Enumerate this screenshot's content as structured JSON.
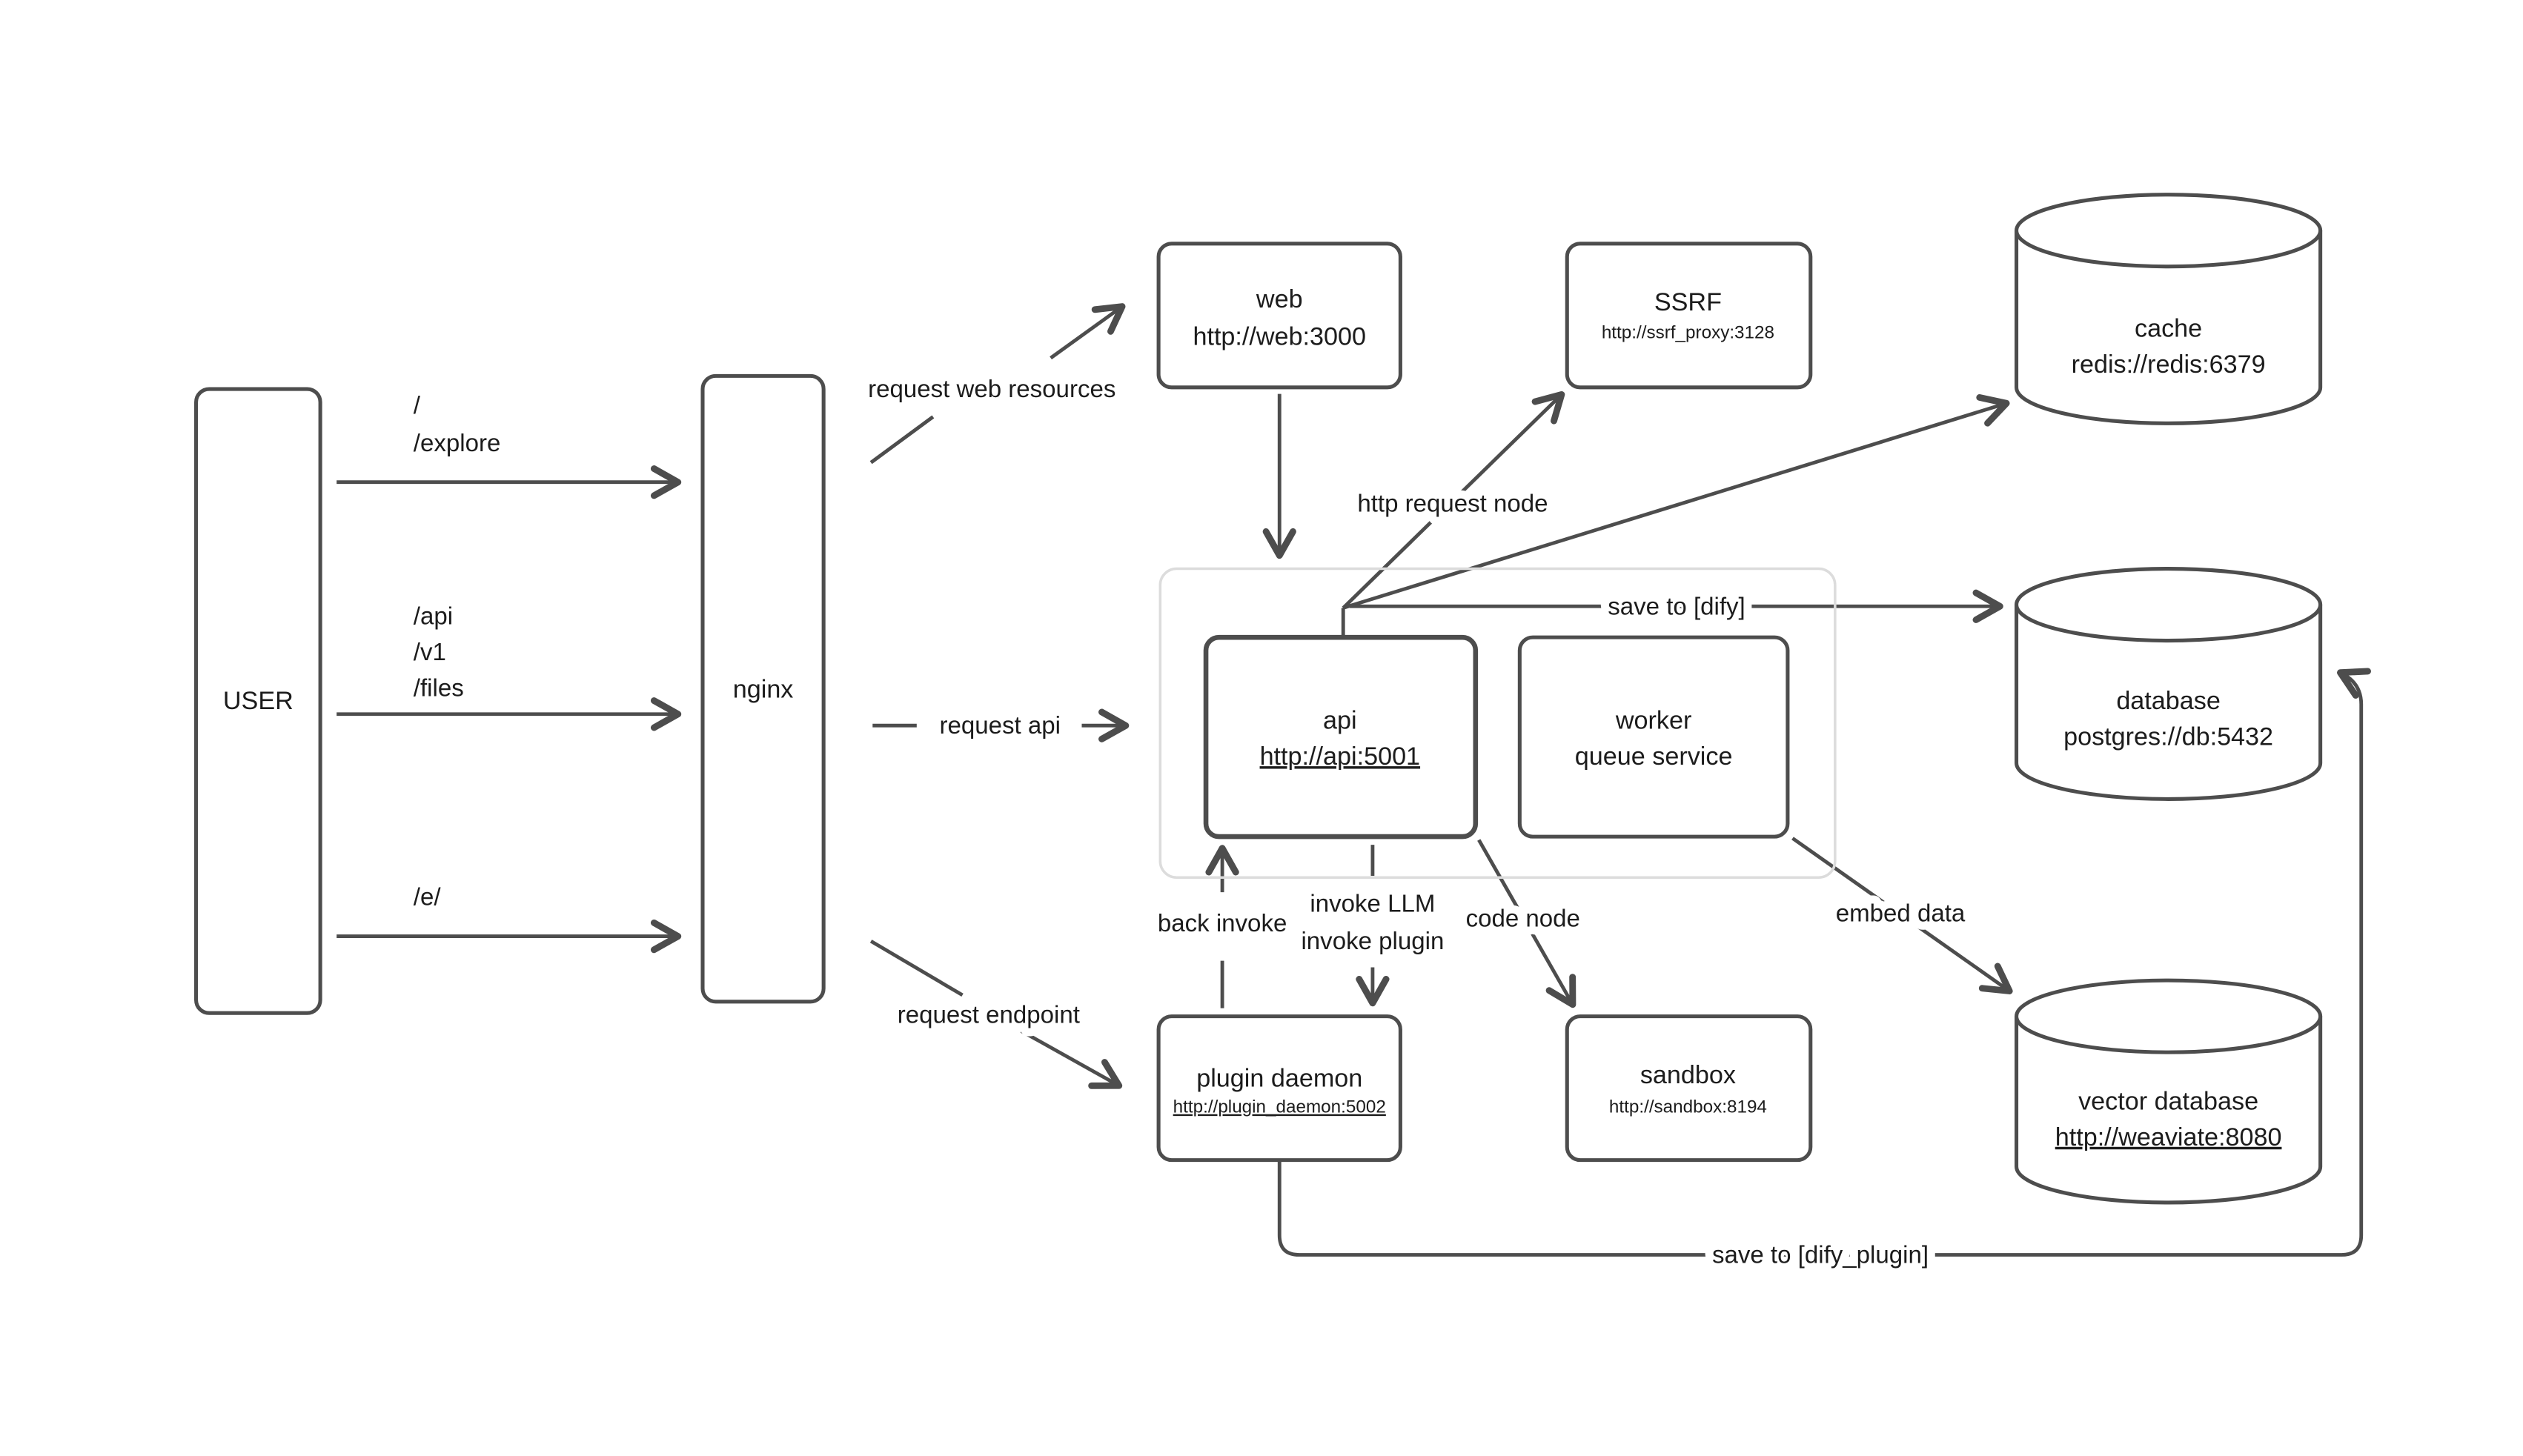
{
  "colors": {
    "line": "#4d4d4d",
    "box_border": "#4d4d4d",
    "container_border": "#dcdcdc",
    "text": "#1c1c1c",
    "background": "#ffffff"
  },
  "nodes": {
    "user": {
      "label": "USER"
    },
    "nginx": {
      "label": "nginx"
    },
    "web": {
      "label": "web",
      "url": "http://web:3000"
    },
    "ssrf": {
      "label": "SSRF",
      "url": "http://ssrf_proxy:3128"
    },
    "api": {
      "label": "api",
      "url": "http://api:5001"
    },
    "worker": {
      "label": "worker",
      "sublabel": "queue service"
    },
    "plugin_daemon": {
      "label": "plugin daemon",
      "url": "http://plugin_daemon:5002"
    },
    "sandbox": {
      "label": "sandbox",
      "url": "http://sandbox:8194"
    },
    "cache": {
      "label": "cache",
      "url": "redis://redis:6379"
    },
    "database": {
      "label": "database",
      "url": "postgres://db:5432"
    },
    "vector_database": {
      "label": "vector database",
      "url": "http://weaviate:8080"
    }
  },
  "edge_labels": {
    "route_root": "/",
    "route_explore": "/explore",
    "route_api": "/api",
    "route_v1": "/v1",
    "route_files": "/files",
    "route_e": "/e/",
    "request_web_resources": "request web resources",
    "request_api": "request api",
    "request_endpoint": "request endpoint",
    "http_request_node": "http request node",
    "save_to_dify": "save to [dify]",
    "back_invoke": "back invoke",
    "invoke_llm": "invoke LLM",
    "invoke_plugin": "invoke plugin",
    "code_node": "code node",
    "embed_data": "embed data",
    "save_to_dify_plugin": "save to [dify_plugin]"
  }
}
